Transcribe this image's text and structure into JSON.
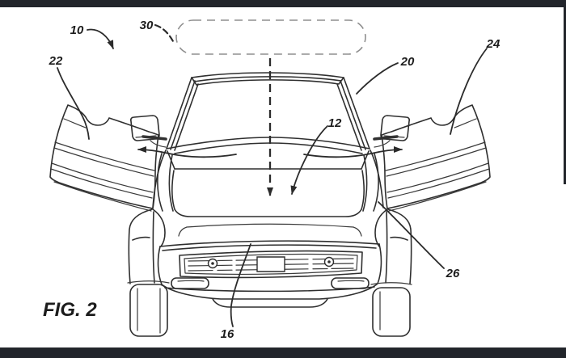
{
  "figure": {
    "caption": "FIG. 2",
    "labels": {
      "l10": "10",
      "l12": "12",
      "l16": "16",
      "l20": "20",
      "l22": "22",
      "l24": "24",
      "l26": "26",
      "l30": "30"
    }
  },
  "colors": {
    "background": "#ffffff",
    "line": "#2f2f2f",
    "dashed_outline": "#8f8f8f",
    "letterbox": "#22252b"
  }
}
